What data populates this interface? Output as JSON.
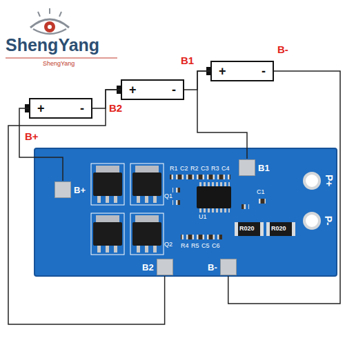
{
  "diagram": {
    "nodes": [
      {
        "text": [
          "+",
          "-"
        ]
      },
      {
        "text": [
          "+",
          "-"
        ]
      },
      {
        "text": [
          "+",
          "-"
        ]
      },
      {
        "text": [
          "B1"
        ]
      },
      {
        "text": [
          "B+"
        ]
      },
      {
        "text": [
          "B2"
        ]
      },
      {
        "text": [
          "B-"
        ]
      }
    ],
    "edges": [
      {
        "from": 0,
        "to": 6,
        "arrow": "none"
      },
      {
        "from": 0,
        "to": 1,
        "arrow": "none"
      },
      {
        "from": 0,
        "to": 3,
        "arrow": "none"
      },
      {
        "from": 1,
        "to": 2,
        "arrow": "none"
      },
      {
        "from": 1,
        "to": 5,
        "arrow": "none"
      },
      {
        "from": 2,
        "to": 4,
        "arrow": "none"
      }
    ],
    "labels": [
      "ShengYang",
      "ShengYang",
      "B-",
      "B1",
      "B2",
      "B+",
      "R1",
      "C2",
      "R2",
      "C3",
      "R3",
      "C4",
      "C1",
      "U1",
      "R4",
      "R5",
      "C5",
      "C6",
      "Q1",
      "Q2",
      "P+",
      "P-",
      "R020",
      "R020"
    ]
  }
}
